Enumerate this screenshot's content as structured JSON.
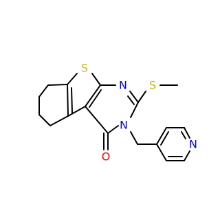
{
  "structure": {
    "atoms": {
      "s_ring": {
        "symbol": "S",
        "color": "#ccb300"
      },
      "s_thioether": {
        "symbol": "S",
        "color": "#ccb300"
      },
      "n_upper": {
        "symbol": "N",
        "color": "#0000ff"
      },
      "n_lower": {
        "symbol": "N",
        "color": "#0000ff"
      },
      "n_pyridine": {
        "symbol": "N",
        "color": "#0000ff"
      },
      "o_carbonyl": {
        "symbol": "O",
        "color": "#ff0000"
      }
    },
    "bond_color": "#000000"
  }
}
